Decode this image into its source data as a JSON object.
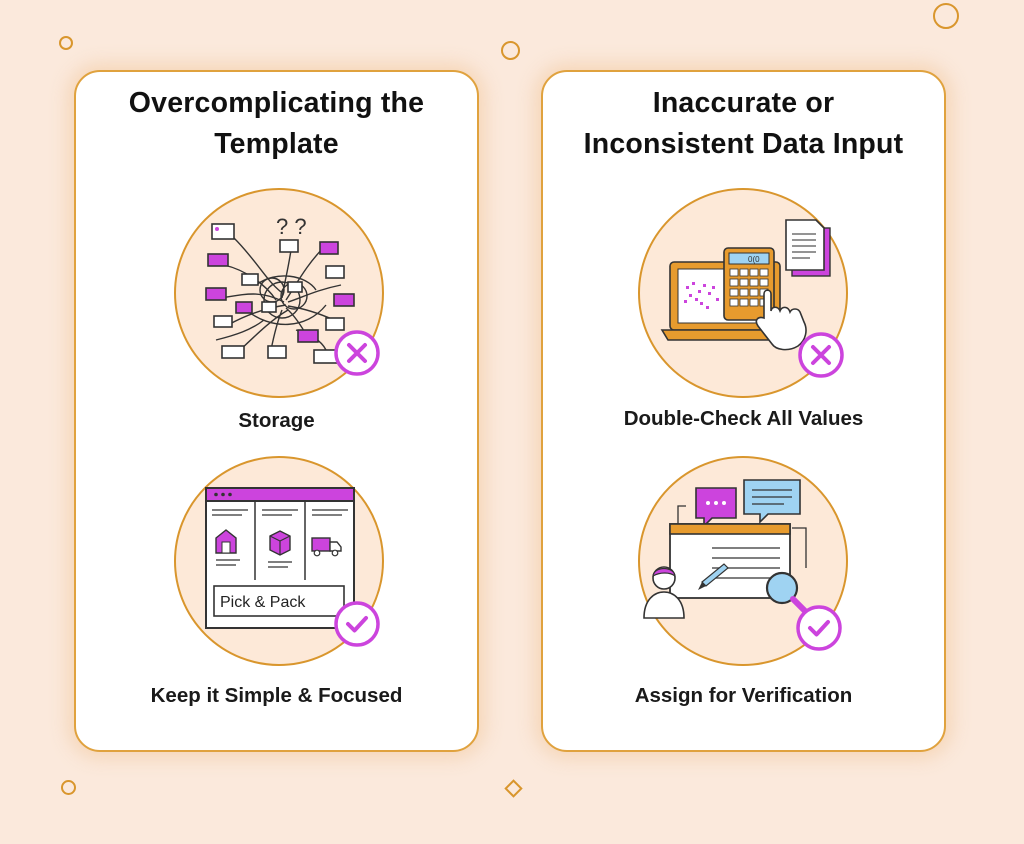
{
  "colors": {
    "background": "#fbe9dc",
    "accent_gold": "#d9962d",
    "accent_purple": "#cc44dd",
    "card_border": "#e0a23e"
  },
  "left_card": {
    "title_line1": "Overcomplicating the",
    "title_line2": "Template",
    "top": {
      "illustration": "tangled-flowchart-icon",
      "marker_icon": "x-circle-icon",
      "question_marks": "? ?",
      "caption": "Storage"
    },
    "bottom": {
      "illustration": "simple-template-window-icon",
      "marker_icon": "check-circle-icon",
      "panel_label": "Pick & Pack",
      "caption": "Keep it Simple & Focused"
    }
  },
  "right_card": {
    "title_line1": "Inaccurate or",
    "title_line2": "Inconsistent Data Input",
    "top": {
      "illustration": "laptop-calculator-icon",
      "marker_icon": "x-circle-icon",
      "calculator_display": "0(0",
      "caption": "Double-Check All Values"
    },
    "bottom": {
      "illustration": "verification-workflow-icon",
      "marker_icon": "check-circle-icon",
      "caption": "Assign for Verification"
    }
  }
}
